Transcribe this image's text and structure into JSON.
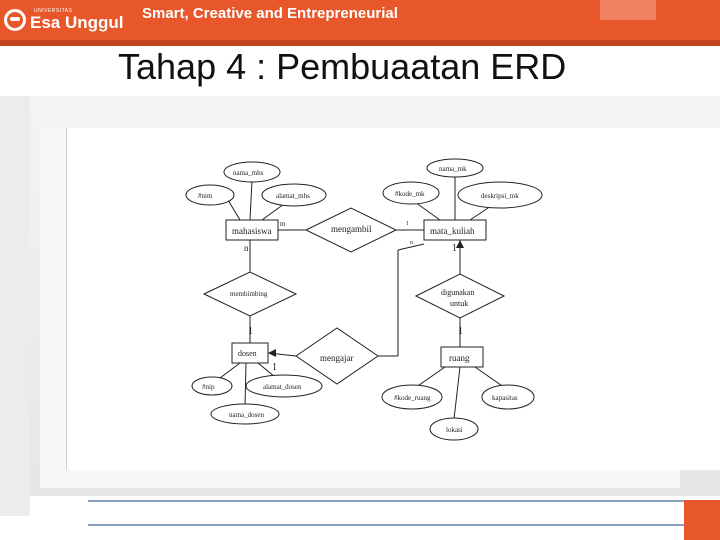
{
  "header": {
    "logo_small": "UNIVERSITAS",
    "logo_text": "Esa Unggul",
    "tagline": "Smart, Creative and Entrepreneurial"
  },
  "slide": {
    "title": "Tahap 4 : Pembuaatan ERD"
  },
  "diagram": {
    "entities": {
      "mahasiswa": "mahasiswa",
      "mata_kuliah": "mata_kuliah",
      "dosen": "dosen",
      "ruang": "ruang"
    },
    "relationships": {
      "mengambil": "mengambil",
      "membimbing": "membimbing",
      "mengajar": "mengajar",
      "digunakan_line1": "digunakan",
      "digunakan_line2": "untuk"
    },
    "attributes": {
      "nama_mhs": "nama_mhs",
      "nim": "#nim",
      "alamat_mhs": "alamat_mhs",
      "nama_mk": "nama_mk",
      "kode_mk": "#kode_mk",
      "deskripsi_mk": "deskripsi_mk",
      "nip": "#nip",
      "alamat_dosen": "alamat_dosen",
      "nama_dosen": "nama_dosen",
      "kode_ruang": "#kode_ruang",
      "kapasitas": "kapasitas",
      "lokasi": "lokasi"
    },
    "cardinalities": {
      "mhs_mengambil": "m",
      "mengambil_mk_top": "1",
      "mengambil_mk_bottom": "n",
      "mhs_membimbing": "n",
      "mk_digunakan": "1",
      "membimbing_dosen": "1",
      "dosen_mengajar": "1",
      "digunakan_ruang": "1"
    }
  }
}
